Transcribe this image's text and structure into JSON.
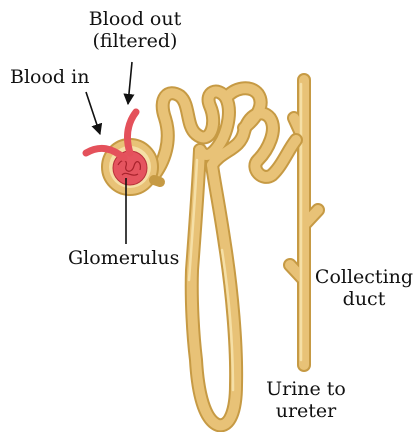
{
  "labels": {
    "blood_out_line1": "Blood out",
    "blood_out_line2": "(filtered)",
    "blood_in": "Blood in",
    "glomerulus": "Glomerulus",
    "collecting_line1": "Collecting",
    "collecting_line2": "duct",
    "urine_line1": "Urine to",
    "urine_line2": "ureter"
  },
  "colors": {
    "tubule_fill": "#e8c277",
    "tubule_edge": "#c69a44",
    "tubule_highlight": "#f5dfa6",
    "vessel": "#e4515b",
    "glomerulus_fill": "#e5545f",
    "label_text": "#111111"
  }
}
